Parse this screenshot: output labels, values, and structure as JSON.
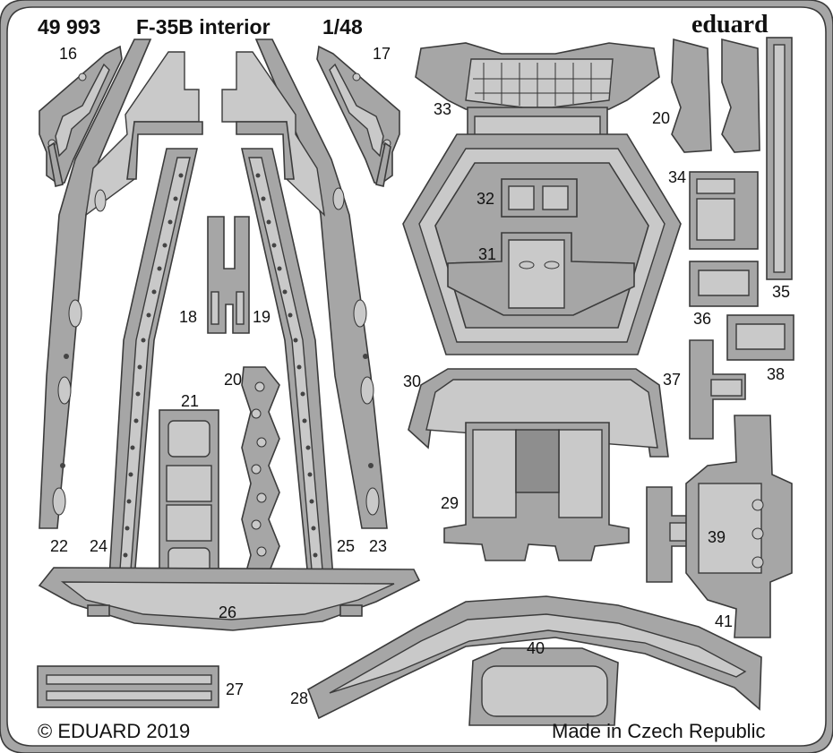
{
  "header": {
    "kit_number": "49 993",
    "kit_title": "F-35B interior",
    "scale": "1/48"
  },
  "brand": "eduard",
  "footer": {
    "copyright": "© EDUARD 2019",
    "origin": "Made in Czech Republic"
  },
  "part_numbers": {
    "p16": "16",
    "p17": "17",
    "p18": "18",
    "p19": "19",
    "p20a": "20",
    "p20b": "20",
    "p21": "21",
    "p22": "22",
    "p23": "23",
    "p24": "24",
    "p25": "25",
    "p26": "26",
    "p27": "27",
    "p28": "28",
    "p29": "29",
    "p30": "30",
    "p31": "31",
    "p32": "32",
    "p33": "33",
    "p34": "34",
    "p35": "35",
    "p36": "36",
    "p37": "37",
    "p38": "38",
    "p39": "39",
    "p40": "40",
    "p41": "41"
  },
  "colors": {
    "fret": "#a6a6a6",
    "outline": "#3b3b3b",
    "background": "#ffffff"
  }
}
